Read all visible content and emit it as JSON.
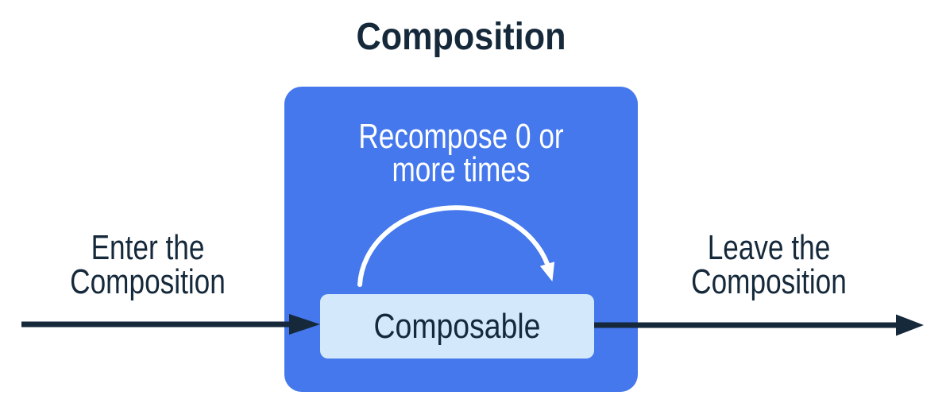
{
  "title": "Composition",
  "composition_box": {
    "recompose_lines": [
      "Recompose 0 or",
      "more times"
    ],
    "composable_label": "Composable"
  },
  "enter_label_lines": [
    "Enter the",
    "Composition"
  ],
  "leave_label_lines": [
    "Leave the",
    "Composition"
  ],
  "icons": {
    "enter_arrow": "right-arrow",
    "leave_arrow": "right-arrow",
    "recompose_arc": "curved-clockwise-arrow"
  },
  "colors": {
    "dark_navy": "#15293B",
    "box_blue": "#4478EC",
    "light_blue": "#D3E8FB",
    "arc_white": "#FFFFFF"
  }
}
